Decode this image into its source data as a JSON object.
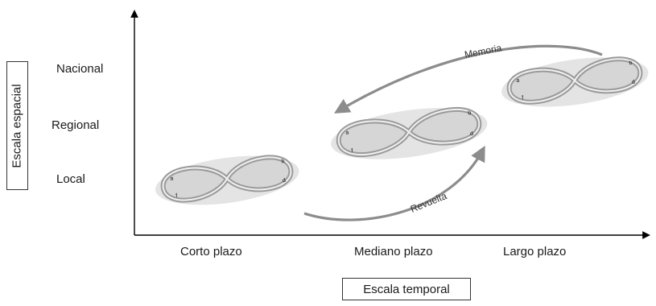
{
  "axes": {
    "y_title": "Escala espacial",
    "x_title": "Escala temporal"
  },
  "levels": {
    "spatial": [
      "Nacional",
      "Regional",
      "Local"
    ],
    "temporal": [
      "Corto plazo",
      "Mediano plazo",
      "Largo plazo"
    ]
  },
  "arrows": {
    "top": "Memoria",
    "bottom": "Revuelta"
  },
  "loop_markers": [
    "a",
    "b",
    "f",
    "d"
  ],
  "colors": {
    "axis": "#000000",
    "loop_fill": "#d6d6d6",
    "loop_stroke": "#9a9a9a",
    "arrow": "#8c8c8c"
  }
}
